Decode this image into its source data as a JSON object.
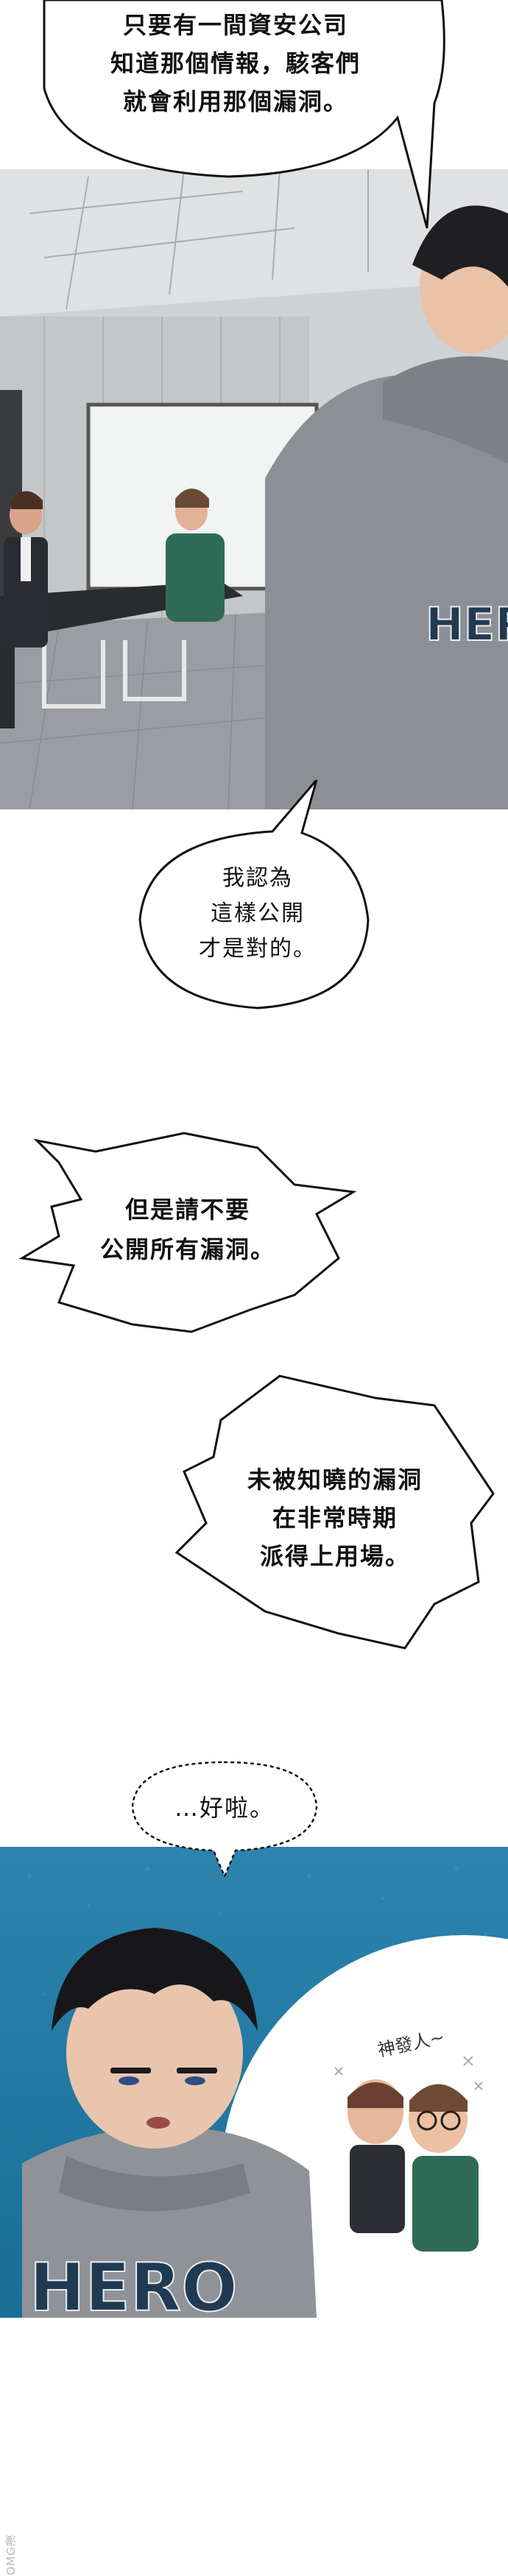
{
  "bubbles": {
    "b1": {
      "lines": [
        "只要有一間資安公司",
        "知道那個情報，駭客們",
        "就會利用那個漏洞。"
      ]
    },
    "b2": {
      "lines": [
        "我認為",
        "這樣公開",
        "才是對的。"
      ]
    },
    "b3": {
      "lines": [
        "但是請不要",
        "公開所有漏洞。"
      ]
    },
    "b4": {
      "lines": [
        "未被知曉的漏洞",
        "在非常時期",
        "派得上用場。"
      ]
    },
    "b5": {
      "lines": [
        "…好啦。"
      ]
    }
  },
  "panel2": {
    "sfx": "神發人~"
  },
  "hoodie_text": "HERO",
  "watermark": "OMG漫"
}
